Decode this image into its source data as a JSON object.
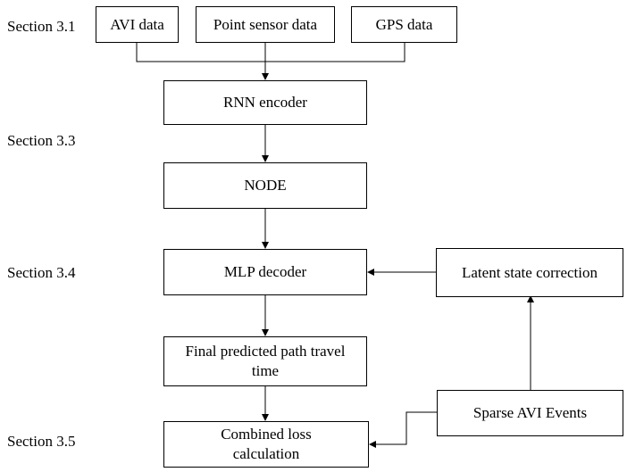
{
  "sections": {
    "s31": "Section 3.1",
    "s33": "Section 3.3",
    "s34": "Section 3.4",
    "s35": "Section 3.5"
  },
  "nodes": {
    "avi_data": "AVI data",
    "point_sensor_data": "Point sensor data",
    "gps_data": "GPS data",
    "rnn_encoder": "RNN encoder",
    "node": "NODE",
    "mlp_decoder": "MLP decoder",
    "latent_state_correction": "Latent state correction",
    "final_predicted": "Final predicted path travel time",
    "sparse_avi_events": "Sparse AVI Events",
    "combined_loss": "Combined loss calculation"
  }
}
